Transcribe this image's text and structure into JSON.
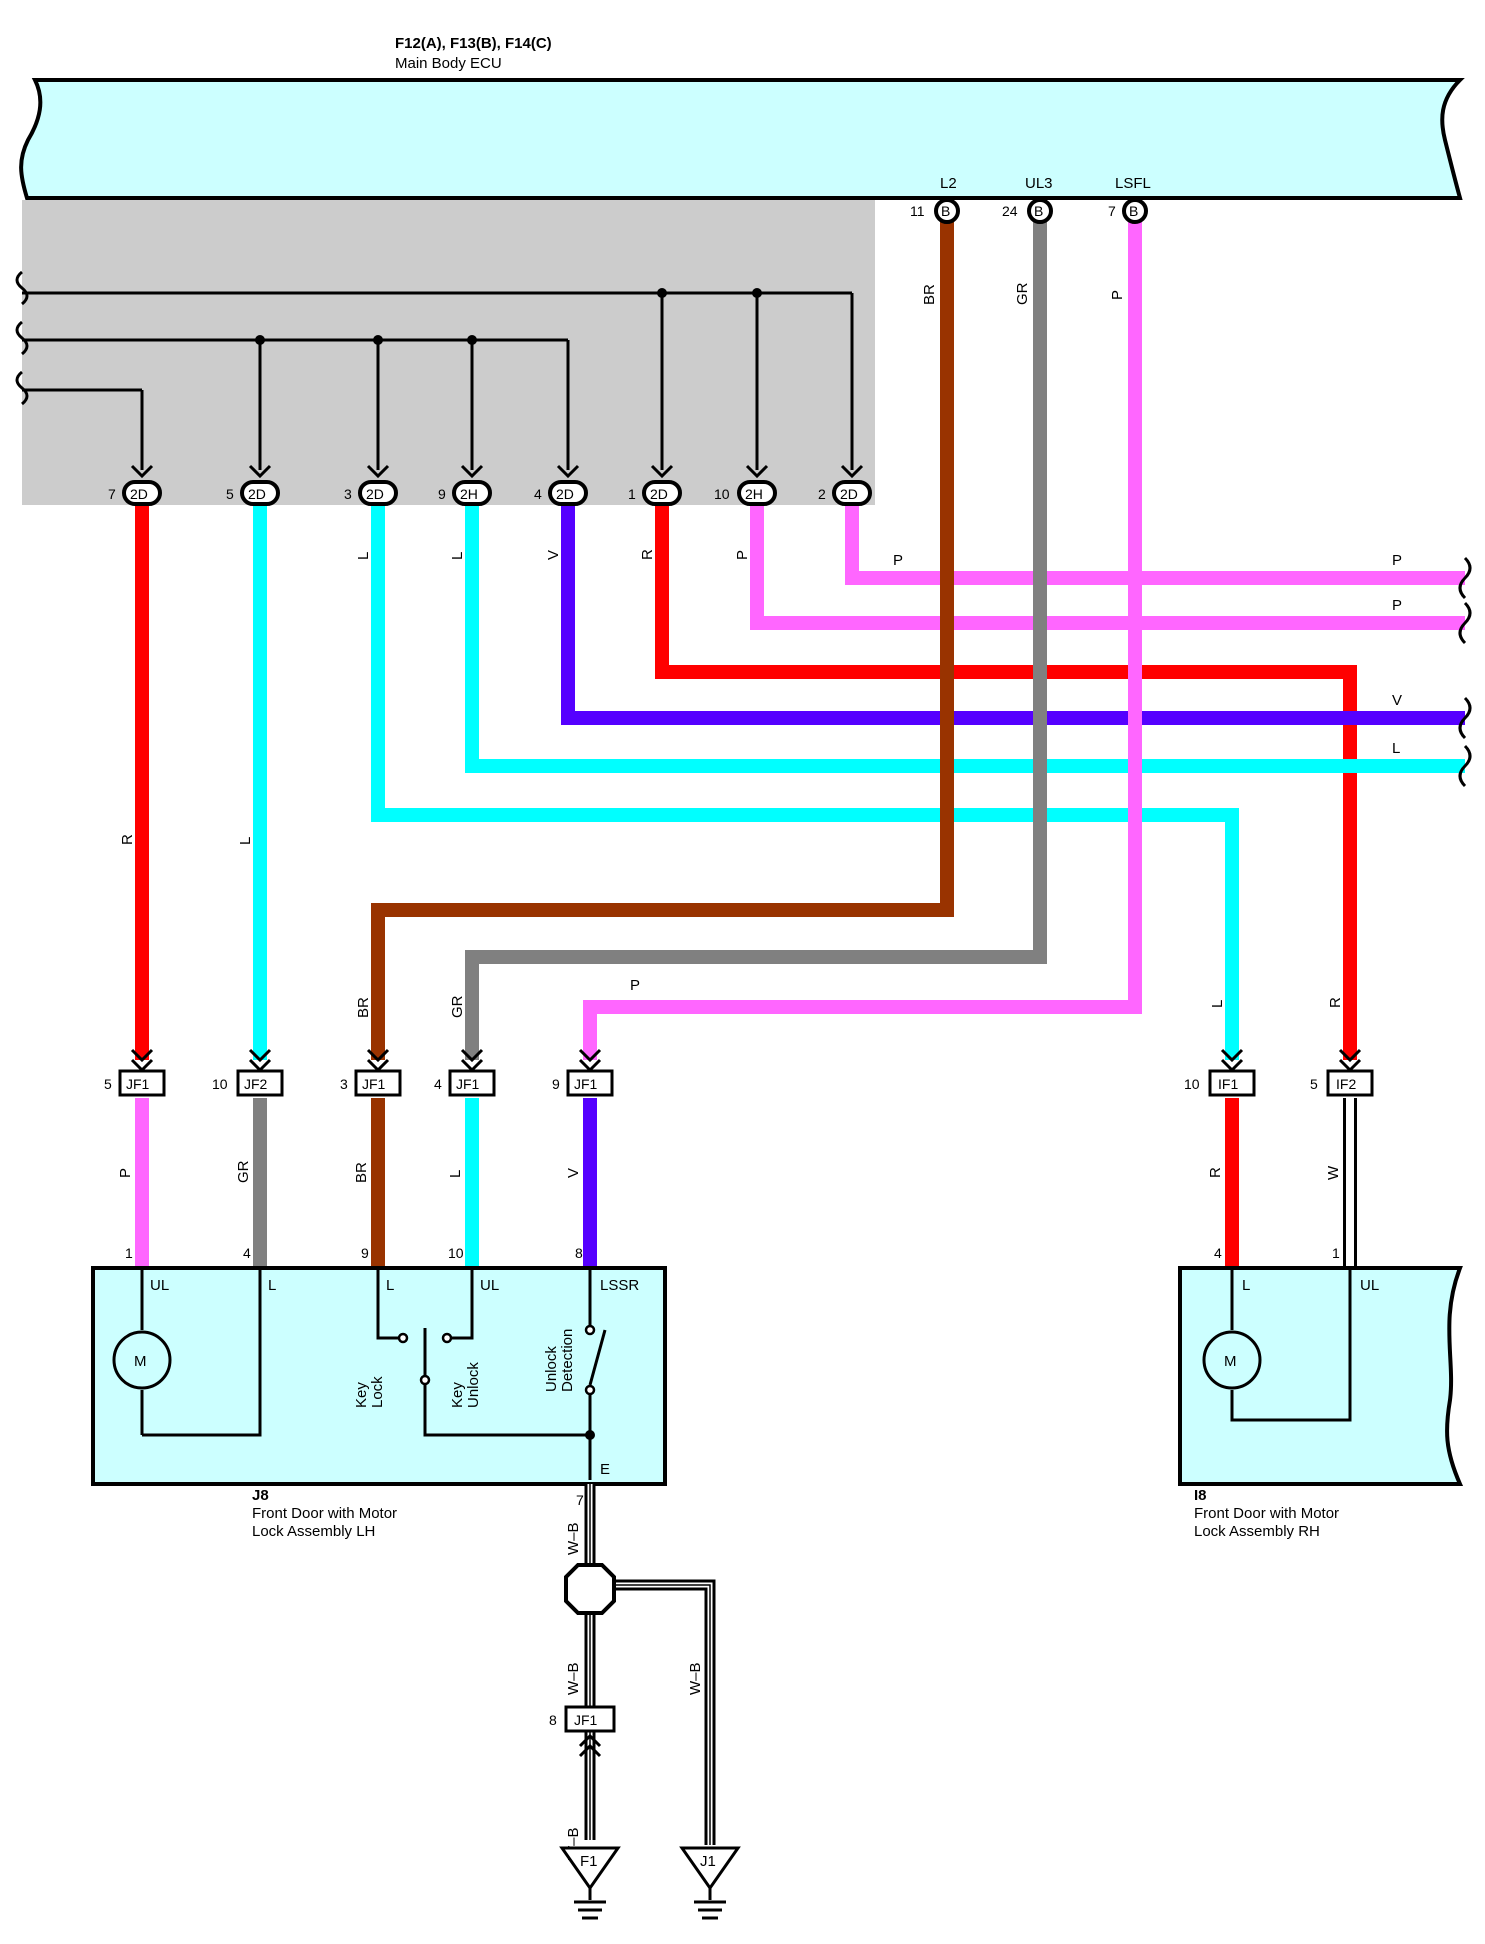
{
  "ecu": {
    "connectors": "F12(A), F13(B), F14(C)",
    "name": "Main Body ECU",
    "terminals": [
      {
        "name": "L2",
        "pin": "11",
        "conn": "B"
      },
      {
        "name": "UL3",
        "pin": "24",
        "conn": "B"
      },
      {
        "name": "LSFL",
        "pin": "7",
        "conn": "B"
      }
    ]
  },
  "junction_terminals": [
    {
      "pin": "7",
      "conn": "2D"
    },
    {
      "pin": "5",
      "conn": "2D"
    },
    {
      "pin": "3",
      "conn": "2D"
    },
    {
      "pin": "9",
      "conn": "2H"
    },
    {
      "pin": "4",
      "conn": "2D"
    },
    {
      "pin": "1",
      "conn": "2D"
    },
    {
      "pin": "10",
      "conn": "2H"
    },
    {
      "pin": "2",
      "conn": "2D"
    }
  ],
  "wire_colors": {
    "R": "#ff0000",
    "L": "#00ffff",
    "V": "#5500ff",
    "P": "#ff66ff",
    "BR": "#993300",
    "GR": "#808080",
    "W": "#ffffff",
    "WB": "#000000"
  },
  "wire_labels": {
    "ecu_br": "BR",
    "ecu_gr": "GR",
    "ecu_p": "P",
    "j_l1": "L",
    "j_l2": "L",
    "j_v": "V",
    "j_r": "R",
    "j_p": "P",
    "right_p1": "P",
    "right_p2": "P",
    "right_v": "V",
    "right_l": "L",
    "top_p": "P",
    "v_r": "R",
    "v_l": "L",
    "br_down": "BR",
    "gr_down": "GR",
    "p_down": "P",
    "l_rh": "L",
    "r_rh": "R",
    "lh_p": "P",
    "lh_gr": "GR",
    "lh_br": "BR",
    "lh_l": "L",
    "lh_v": "V",
    "rh_r": "R",
    "rh_w": "W",
    "gnd_wb1": "W–B",
    "gnd_wb2": "W–B",
    "gnd_wb3": "W–B",
    "gnd_wb4": "W–B"
  },
  "harness_connectors": [
    {
      "pin": "5",
      "name": "JF1"
    },
    {
      "pin": "10",
      "name": "JF2"
    },
    {
      "pin": "3",
      "name": "JF1"
    },
    {
      "pin": "4",
      "name": "JF1"
    },
    {
      "pin": "9",
      "name": "JF1"
    },
    {
      "pin": "10",
      "name": "IF1"
    },
    {
      "pin": "5",
      "name": "IF2"
    },
    {
      "pin": "8",
      "name": "JF1"
    }
  ],
  "lock_lh": {
    "id": "J8",
    "name_line1": "Front Door with Motor",
    "name_line2": "Lock Assembly LH",
    "pins": [
      "1",
      "4",
      "9",
      "10",
      "8",
      "7"
    ],
    "terminals": [
      "UL",
      "L",
      "L",
      "UL",
      "LSSR",
      "E"
    ],
    "motor": "M",
    "sw_key_lock_1": "Key",
    "sw_key_lock_2": "Lock",
    "sw_key_unlock_1": "Key",
    "sw_key_unlock_2": "Unlock",
    "sw_unlock_det_1": "Unlock",
    "sw_unlock_det_2": "Detection"
  },
  "lock_rh": {
    "id": "I8",
    "name_line1": "Front Door with Motor",
    "name_line2": "Lock Assembly RH",
    "pins": [
      "4",
      "1"
    ],
    "terminals": [
      "L",
      "UL"
    ],
    "motor": "M"
  },
  "grounds": [
    "F1",
    "J1"
  ]
}
